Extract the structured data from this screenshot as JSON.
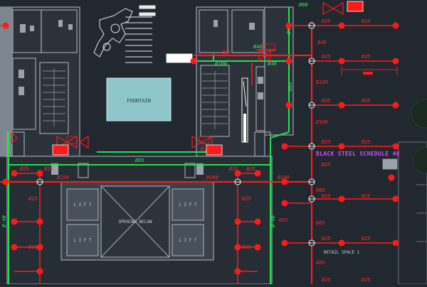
{
  "viewer": {
    "colors": {
      "background": "#212830",
      "walls": "#9aa3ad",
      "red_pipe": "#ff1a1a",
      "green_pipe": "#22e04a",
      "fountain": "#8ec6cc",
      "magenta_text": "#d44cff"
    }
  },
  "labels": {
    "fountain": "FOUNTAIN",
    "opening_below": "OPENING BELOW",
    "lift_a": "L I F T",
    "lift_b": "L I F T",
    "lift_c": "L I F T",
    "lift_d": "L I F T",
    "schedule": "BLACK STEEL SCHEDULE 40",
    "retail": "RETAIL SPACE 1"
  },
  "pipe_sizes": {
    "g_top": "Ø80",
    "g_40a": "Ø40",
    "g_40b": "Ø40",
    "g_65v": "Ø65",
    "g_100": "Ø100",
    "g_40c": "Ø40",
    "g_65h": "Ø65",
    "g_40v": "Ø-40",
    "g_40v2": "Ø-40",
    "r_25a": "Ø25",
    "r_25b": "Ø25",
    "r_25c": "Ø25",
    "r_25d": "Ø25",
    "r_40": "Ø40",
    "r_25e": "Ø25",
    "r_25f": "Ø25",
    "r_100a": "Ø100",
    "r_100b": "Ø100",
    "r_100c": "Ø100",
    "r_100d": "Ø100",
    "r_25g": "Ø25",
    "r_25h": "Ø25",
    "r_80a": "Ø80",
    "r_80b": "Ø80",
    "r_25i": "Ø25",
    "r_25j": "Ø25",
    "r_25k": "Ø25",
    "r_25l": "Ø25",
    "r_65a": "Ø65",
    "r_65b": "Ø65",
    "r_25m": "Ø25",
    "r_25n": "Ø25",
    "r_25o": "Ø25",
    "r_25p": "Ø25",
    "r_25q": "Ø25",
    "r_25r": "Ø25",
    "r_25s": "Ø25",
    "r_25t": "Ø25",
    "r_25u": "Ø25",
    "r_25v": "Ø25",
    "r_25w": "Ø25",
    "r_150": "Ø150",
    "r_25x": "Ø25",
    "r_25y": "Ø25"
  }
}
